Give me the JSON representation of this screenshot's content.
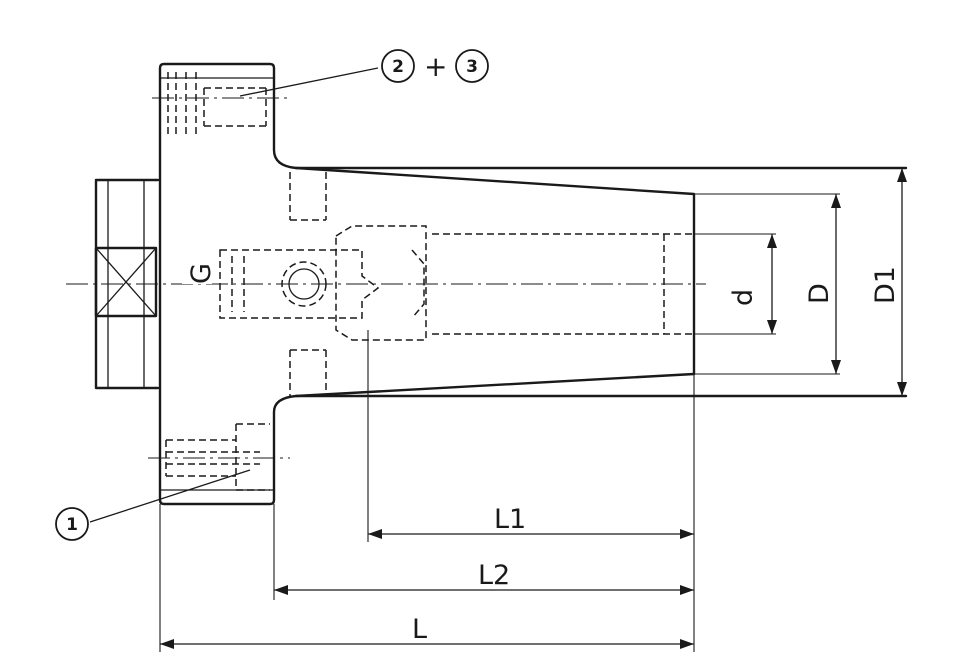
{
  "dimensions": {
    "L": "L",
    "L1": "L1",
    "L2": "L2",
    "D": "D",
    "D1": "D1",
    "d": "d",
    "G": "G"
  },
  "callouts": {
    "part1": "1",
    "part2": "2",
    "part3": "3",
    "plus": "+"
  }
}
